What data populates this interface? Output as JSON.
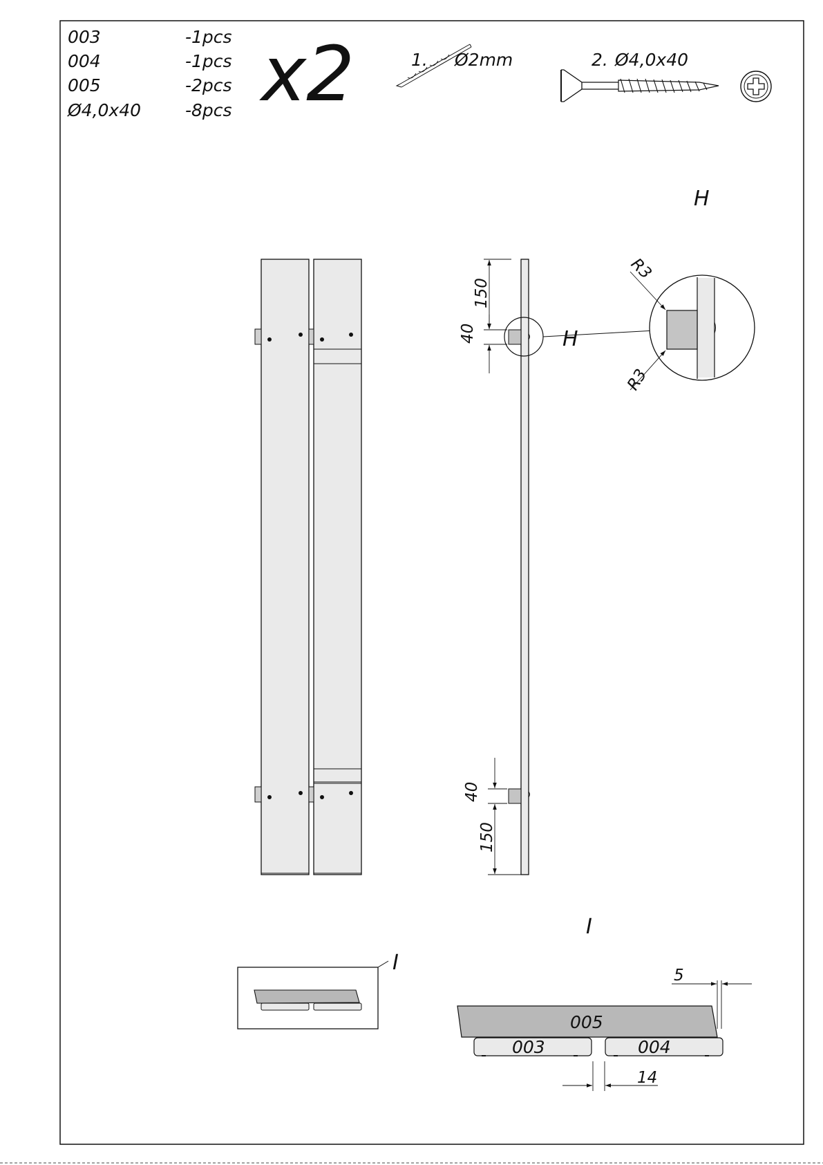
{
  "parts_list": [
    {
      "id": "003",
      "qty": "-1pcs"
    },
    {
      "id": "004",
      "qty": "-1pcs"
    },
    {
      "id": "005",
      "qty": "-2pcs"
    },
    {
      "id": "Ø4,0x40",
      "qty": "-8pcs"
    }
  ],
  "multiplier": "x2",
  "tools": {
    "drill": {
      "step": "1.",
      "spec": "Ø2mm",
      "icon": "drill-bit-icon"
    },
    "screw": {
      "step": "2.",
      "spec": "Ø4,0x40",
      "icon": "screw-icon"
    },
    "head_icon": "phillips-head-icon"
  },
  "detail_h": {
    "label": "H",
    "radius_top": "R3",
    "radius_bottom": "R3"
  },
  "side_view_dims": {
    "top_offset": "150",
    "top_block": "40",
    "bottom_block": "40",
    "bottom_offset": "150"
  },
  "detail_i": {
    "label": "I",
    "parts": {
      "top": "005",
      "left": "003",
      "right": "004"
    },
    "overhang": "5",
    "gap": "14"
  },
  "colors": {
    "line": "#111111",
    "panel": "#eaeaea",
    "block": "#c4c4c4",
    "slat": "#b8b8b8"
  }
}
